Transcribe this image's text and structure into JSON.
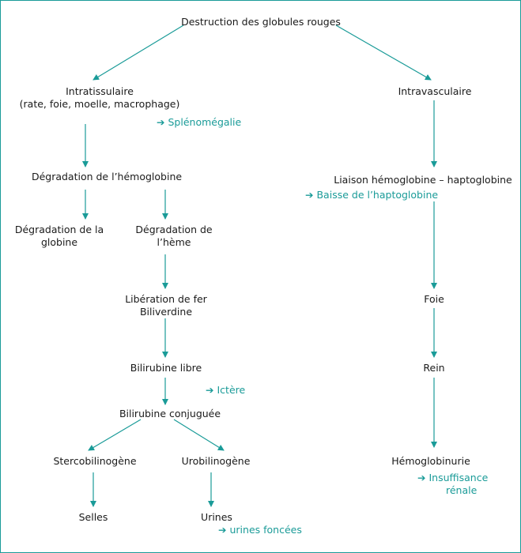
{
  "accent_color": "#1a9b98",
  "text_color": "#1a1a1a",
  "nodes": {
    "destruction": "Destruction des globules rouges",
    "intratissulaire_l1": "Intratissulaire",
    "intratissulaire_l2": "(rate, foie, moelle, macrophage)",
    "intravasculaire": "Intravasculaire",
    "degradation_hb": "Dégradation de l’hémoglobine",
    "liaison": "Liaison hémoglobine – haptoglobine",
    "degradation_globine_l1": "Dégradation de la",
    "degradation_globine_l2": "globine",
    "degradation_heme_l1": "Dégradation de",
    "degradation_heme_l2": "l’hème",
    "liberation_l1": "Libération de fer",
    "liberation_l2": "Biliverdine",
    "foie": "Foie",
    "bilirubine_libre": "Bilirubine libre",
    "rein": "Rein",
    "bilirubine_conjuguee": "Bilirubine conjuguée",
    "stercobilinogene": "Stercobilinogène",
    "urobilinogene": "Urobilinogène",
    "hemoglobinurie": "Hémoglobinurie",
    "selles": "Selles",
    "urines": "Urines"
  },
  "notes": {
    "arrow_icon": "right-arrow-icon",
    "splenomegalie": "Splénomégalie",
    "baisse_haptoglobine": "Baisse de l’haptoglobine",
    "ictere": "Ictère",
    "insuffisance_l1": "Insuffisance",
    "insuffisance_l2": "rénale",
    "urines_foncees": "urines foncées"
  }
}
